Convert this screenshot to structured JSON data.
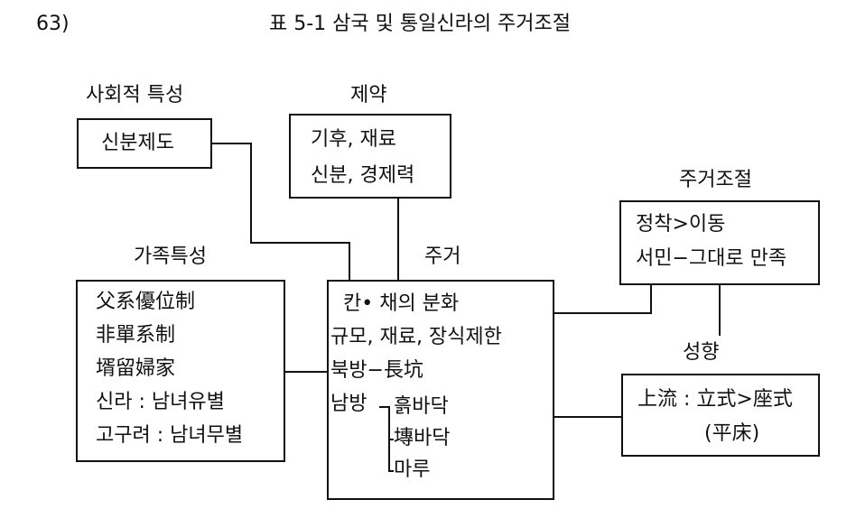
{
  "page_number": "63)",
  "table_title": "표 5-1  삼국 및 통일신라의 주거조절",
  "social": {
    "heading": "사회적 특성",
    "items": [
      "신분제도"
    ]
  },
  "constraint": {
    "heading": "제약",
    "items": [
      "기후, 재료",
      "신분, 경제력"
    ]
  },
  "family": {
    "heading": "가족특성",
    "items": [
      "父系優位制",
      "非單系制",
      "壻留婦家",
      "신라 : 남녀유별",
      "고구려 : 남녀무별"
    ]
  },
  "dwelling": {
    "heading": "주거",
    "items": [
      "칸• 채의 분화",
      "규모, 재료, 장식제한",
      "북방−長坑",
      "남방",
      "흙바닥",
      "塼바닥",
      "마루"
    ]
  },
  "adjustment": {
    "heading": "주거조절",
    "items": [
      "정착>이동",
      "서민−그대로 만족"
    ]
  },
  "tendency": {
    "heading": "성향",
    "items": [
      "上流 : 立式>座式",
      "(平床)"
    ]
  }
}
